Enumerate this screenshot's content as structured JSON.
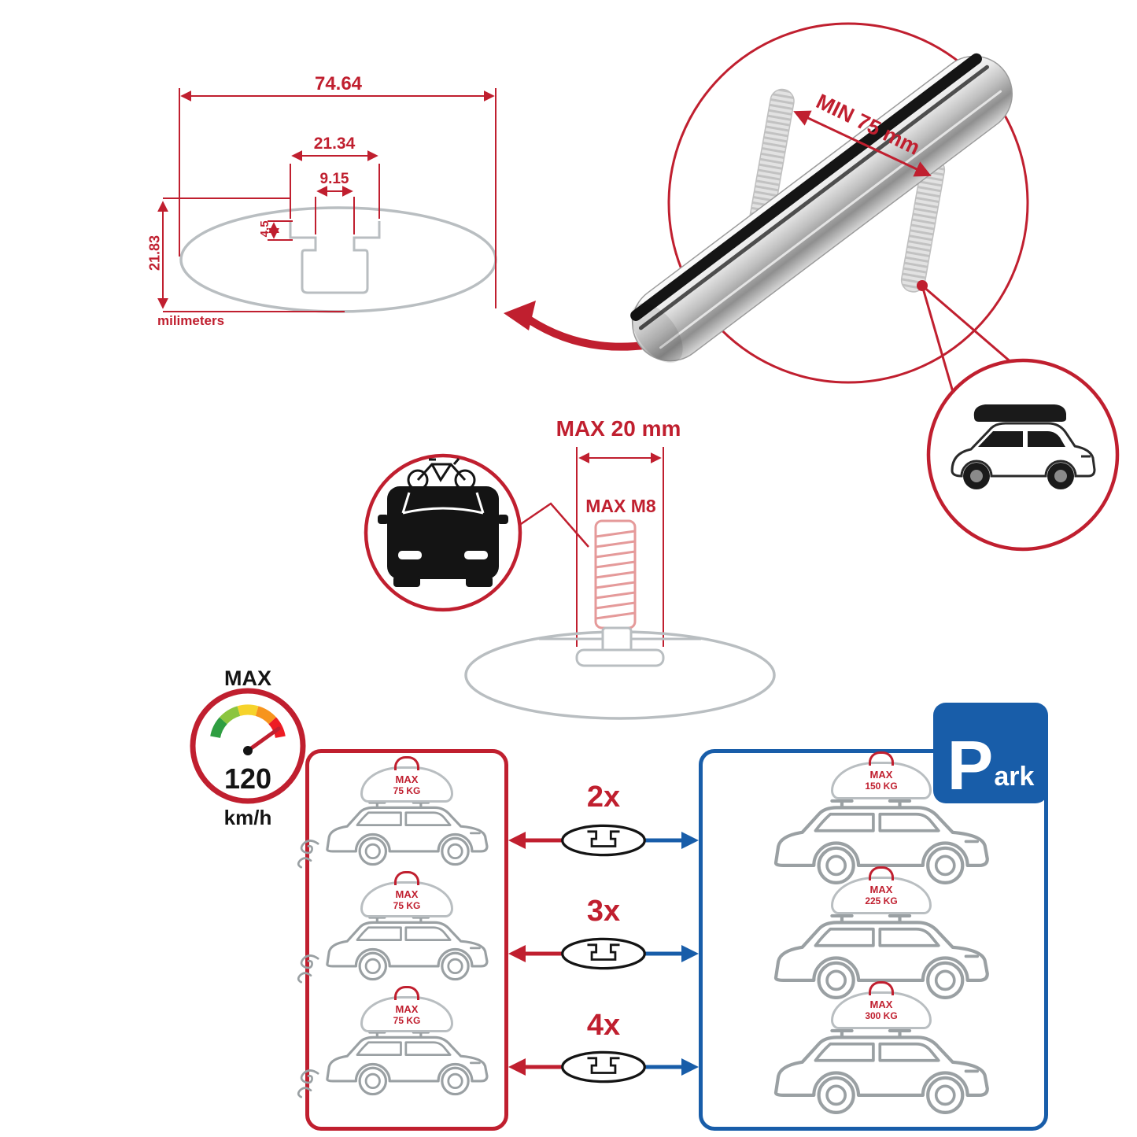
{
  "colors": {
    "red": "#c01f2f",
    "blue": "#185da9",
    "gray_outline": "#b9bec1",
    "car_outline": "#9aa0a3",
    "dark": "#141414"
  },
  "dimensions": {
    "total_width": "74.64",
    "channel_width": "21.34",
    "slot_width": "9.15",
    "lip_height": "4.5",
    "total_height": "21.83",
    "unit_label": "milimeters"
  },
  "clamp_detail": {
    "min_spacing_label": "MIN 75 mm"
  },
  "bolt_detail": {
    "max_width_label": "MAX 20 mm",
    "max_thread_label": "MAX M8"
  },
  "speed_limit": {
    "label": "MAX",
    "value": "120",
    "unit": "km/h"
  },
  "capacity": {
    "multipliers": [
      "2x",
      "3x",
      "4x"
    ],
    "driving_rows": [
      {
        "label": "MAX",
        "value": "75 KG"
      },
      {
        "label": "MAX",
        "value": "75 KG"
      },
      {
        "label": "MAX",
        "value": "75 KG"
      }
    ],
    "parked_rows": [
      {
        "label": "MAX",
        "value": "150 KG"
      },
      {
        "label": "MAX",
        "value": "225 KG"
      },
      {
        "label": "MAX",
        "value": "300 KG"
      }
    ],
    "park_sign": {
      "letter": "P",
      "suffix": "ark"
    }
  }
}
